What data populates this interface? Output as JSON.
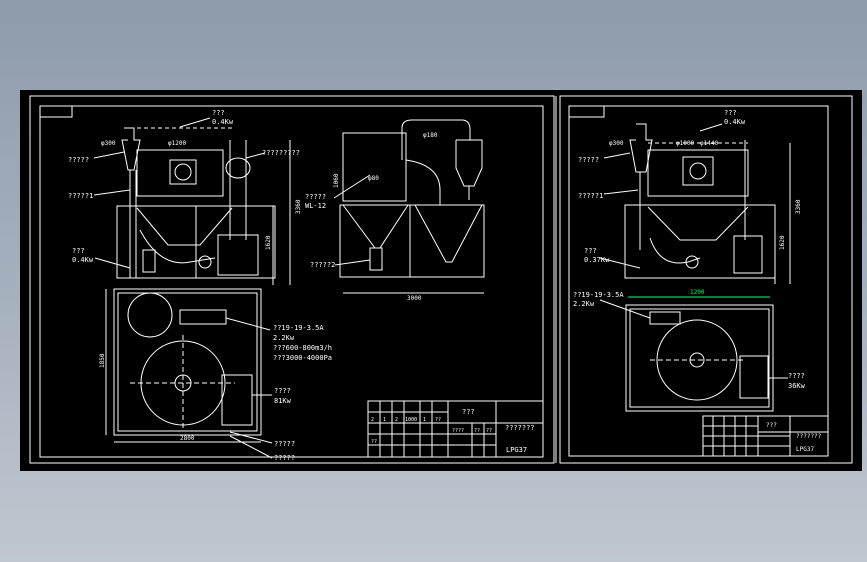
{
  "colors": {
    "background": "#000000",
    "line": "#ffffff",
    "dimension_highlight": "#00ff66"
  },
  "left_sheet": {
    "front_view": {
      "fan_label": "???",
      "fan_power": "0.4Kw",
      "top_right_label": "?????????",
      "cyclone_label": "?????",
      "pipe_label": "?????1",
      "motor_label": "???",
      "motor_power": "0.4Kw",
      "dim_top": "φ1200",
      "dim_pipe": "φ300",
      "dim_height": "3360",
      "dim_body": "1620"
    },
    "side_view": {
      "dim_top": "φ180",
      "dim_mid": "φ80",
      "dim_vert": "1060",
      "atomizer_label": "?????",
      "atomizer_model": "WL-12",
      "bottom_label": "?????2",
      "dim_width": "3000"
    },
    "plan_view": {
      "blower_model": "??19-19-3.5A",
      "blower_power": "2.2Kw",
      "blower_flow": "???600-800m3/h",
      "blower_pressure": "???3000-4000Pa",
      "heater_label": "????",
      "heater_power": "81Kw",
      "bottom_label_1": "?????",
      "bottom_label_2": "?????",
      "dim_left": "1850",
      "dim_bottom": "2800"
    },
    "title_block": {
      "name": "???",
      "subtitle": "???????",
      "code": "LPG37",
      "cells": [
        "2",
        "1",
        "2",
        "1000",
        "1",
        "??",
        "????",
        "??",
        "??",
        "??"
      ]
    }
  },
  "right_sheet": {
    "front_view": {
      "fan_label": "???",
      "fan_power": "0.4Kw",
      "dim_top": "φ1000",
      "dim_top2": "φ1440",
      "cyclone_label": "?????",
      "pipe_label": "?????1",
      "dim_pipe": "φ300",
      "motor_label": "???",
      "motor_power": "0.37Kw",
      "dim_height": "3360",
      "dim_body": "1620"
    },
    "plan_view": {
      "blower_model": "??19-19-3.5A",
      "blower_power": "2.2Kw",
      "dim_width": "1200",
      "heater_label": "????",
      "heater_power": "36Kw"
    },
    "title_block": {
      "name": "???",
      "subtitle": "???????",
      "code": "LPG37"
    }
  }
}
